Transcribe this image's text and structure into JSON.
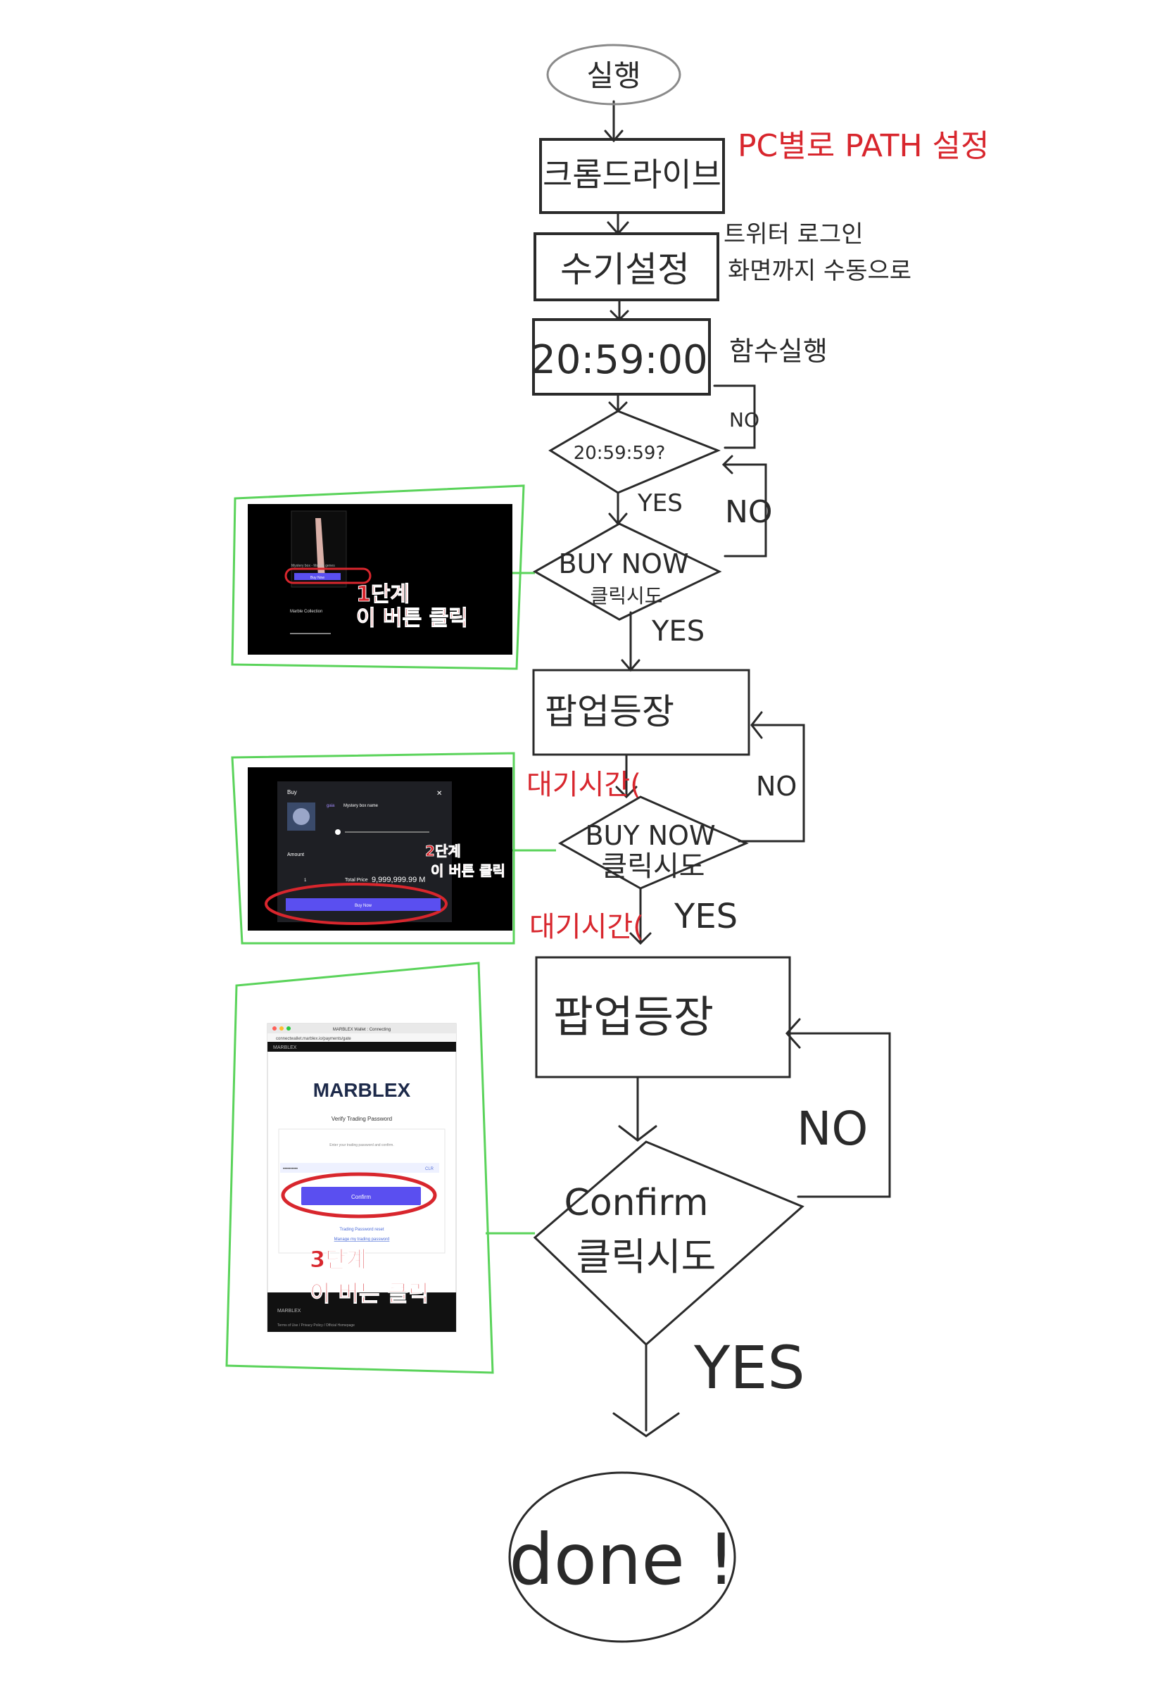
{
  "flow": {
    "start": "실행",
    "step_chromedriver": "크롬드라이브",
    "step_chromedriver_note": "PC별로 PATH 설정",
    "step_manual": "수기설정",
    "step_manual_note_1": "트위터 로그인",
    "step_manual_note_2": "화면까지 수동으로",
    "step_time": "20:59:00",
    "step_time_note": "함수실행",
    "decision_time": "20:59:59?",
    "decision_buy_1_line1": "BUY NOW",
    "decision_buy_1_line2": "클릭시도",
    "popup_1": "팝업등장",
    "wait_1": "대기시간(",
    "decision_buy_2_line1": "BUY NOW",
    "decision_buy_2_line2": "클릭시도",
    "wait_2": "대기시간(",
    "popup_2": "팝업등장",
    "decision_confirm_line1": "Confirm",
    "decision_confirm_line2": "클릭시도",
    "end": "done !",
    "yes": "YES",
    "no": "NO"
  },
  "screenshots": {
    "shot1": {
      "item_title": "Mystery box - Marble genes",
      "button": "Buy Now",
      "section": "Marble Collection",
      "annotation_line1": "1단계",
      "annotation_line2": "이 버튼 클릭"
    },
    "shot2": {
      "title": "Buy",
      "close": "✕",
      "item_brand": "gaia",
      "item_name": "Mystery box name",
      "amount_label": "Amount",
      "quantity": "1",
      "total_label": "Total Price",
      "total_value": "9,999,999.99 M",
      "button": "Buy Now",
      "annotation_line1": "2단계",
      "annotation_line2": "이 버튼 클릭"
    },
    "shot3": {
      "window_title": "MARBLEX Wallet : Connecting",
      "url": "connectwallet.marblex.io/payments/gate",
      "header_brand": "MARBLEX",
      "logo": "MARBLEX",
      "subtitle": "Verify Trading Password",
      "hint": "Enter your trading password and confirm.",
      "password_mask": "••••••••••",
      "show": "CLR",
      "button": "Confirm",
      "link_1": "Trading Password reset",
      "link_2": "Manage my trading password",
      "footer_brand": "MARBLEX",
      "footer_links": "Terms of Use / Privacy Policy / Official Homepage",
      "annotation_line1": "3단계",
      "annotation_line2": "이 버튼 클릭"
    }
  },
  "colors": {
    "ink": "#2a2a2a",
    "red_annotation": "#d8262d",
    "green_frame": "#5ad35a",
    "button_purple": "#5a4ff0",
    "screenshot_bg": "#000000"
  }
}
